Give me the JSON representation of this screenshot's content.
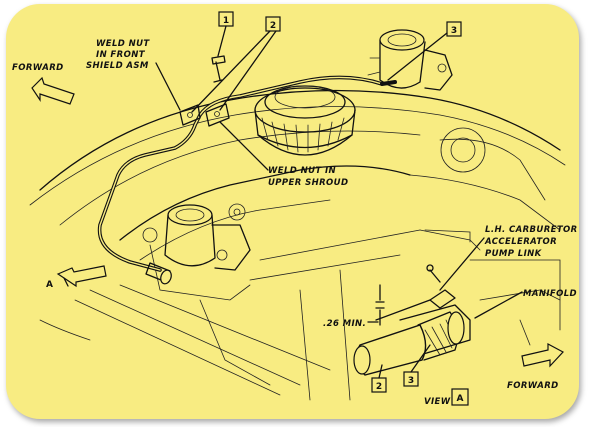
{
  "labels": {
    "weld_nut_front": [
      "WELD NUT",
      "IN FRONT",
      "SHIELD ASM"
    ],
    "weld_nut_upper": [
      "WELD NUT IN",
      "UPPER SHROUD"
    ],
    "forward_top": "FORWARD",
    "forward_bottom": "FORWARD",
    "carburetor_link": [
      "L.H. CARBURETOR",
      "ACCELERATOR",
      "PUMP LINK"
    ],
    "manifold": "MANIFOLD",
    "dimension": ".26 MIN.",
    "view_arrow": "A",
    "view_label": "VIEW",
    "view_letter": "A"
  },
  "callouts": {
    "c1": "1",
    "c2": "2",
    "c3": "3",
    "c2_detail": "2",
    "c3_detail": "3"
  },
  "colors": {
    "background": "#f8ec82",
    "ink": "#111111"
  }
}
